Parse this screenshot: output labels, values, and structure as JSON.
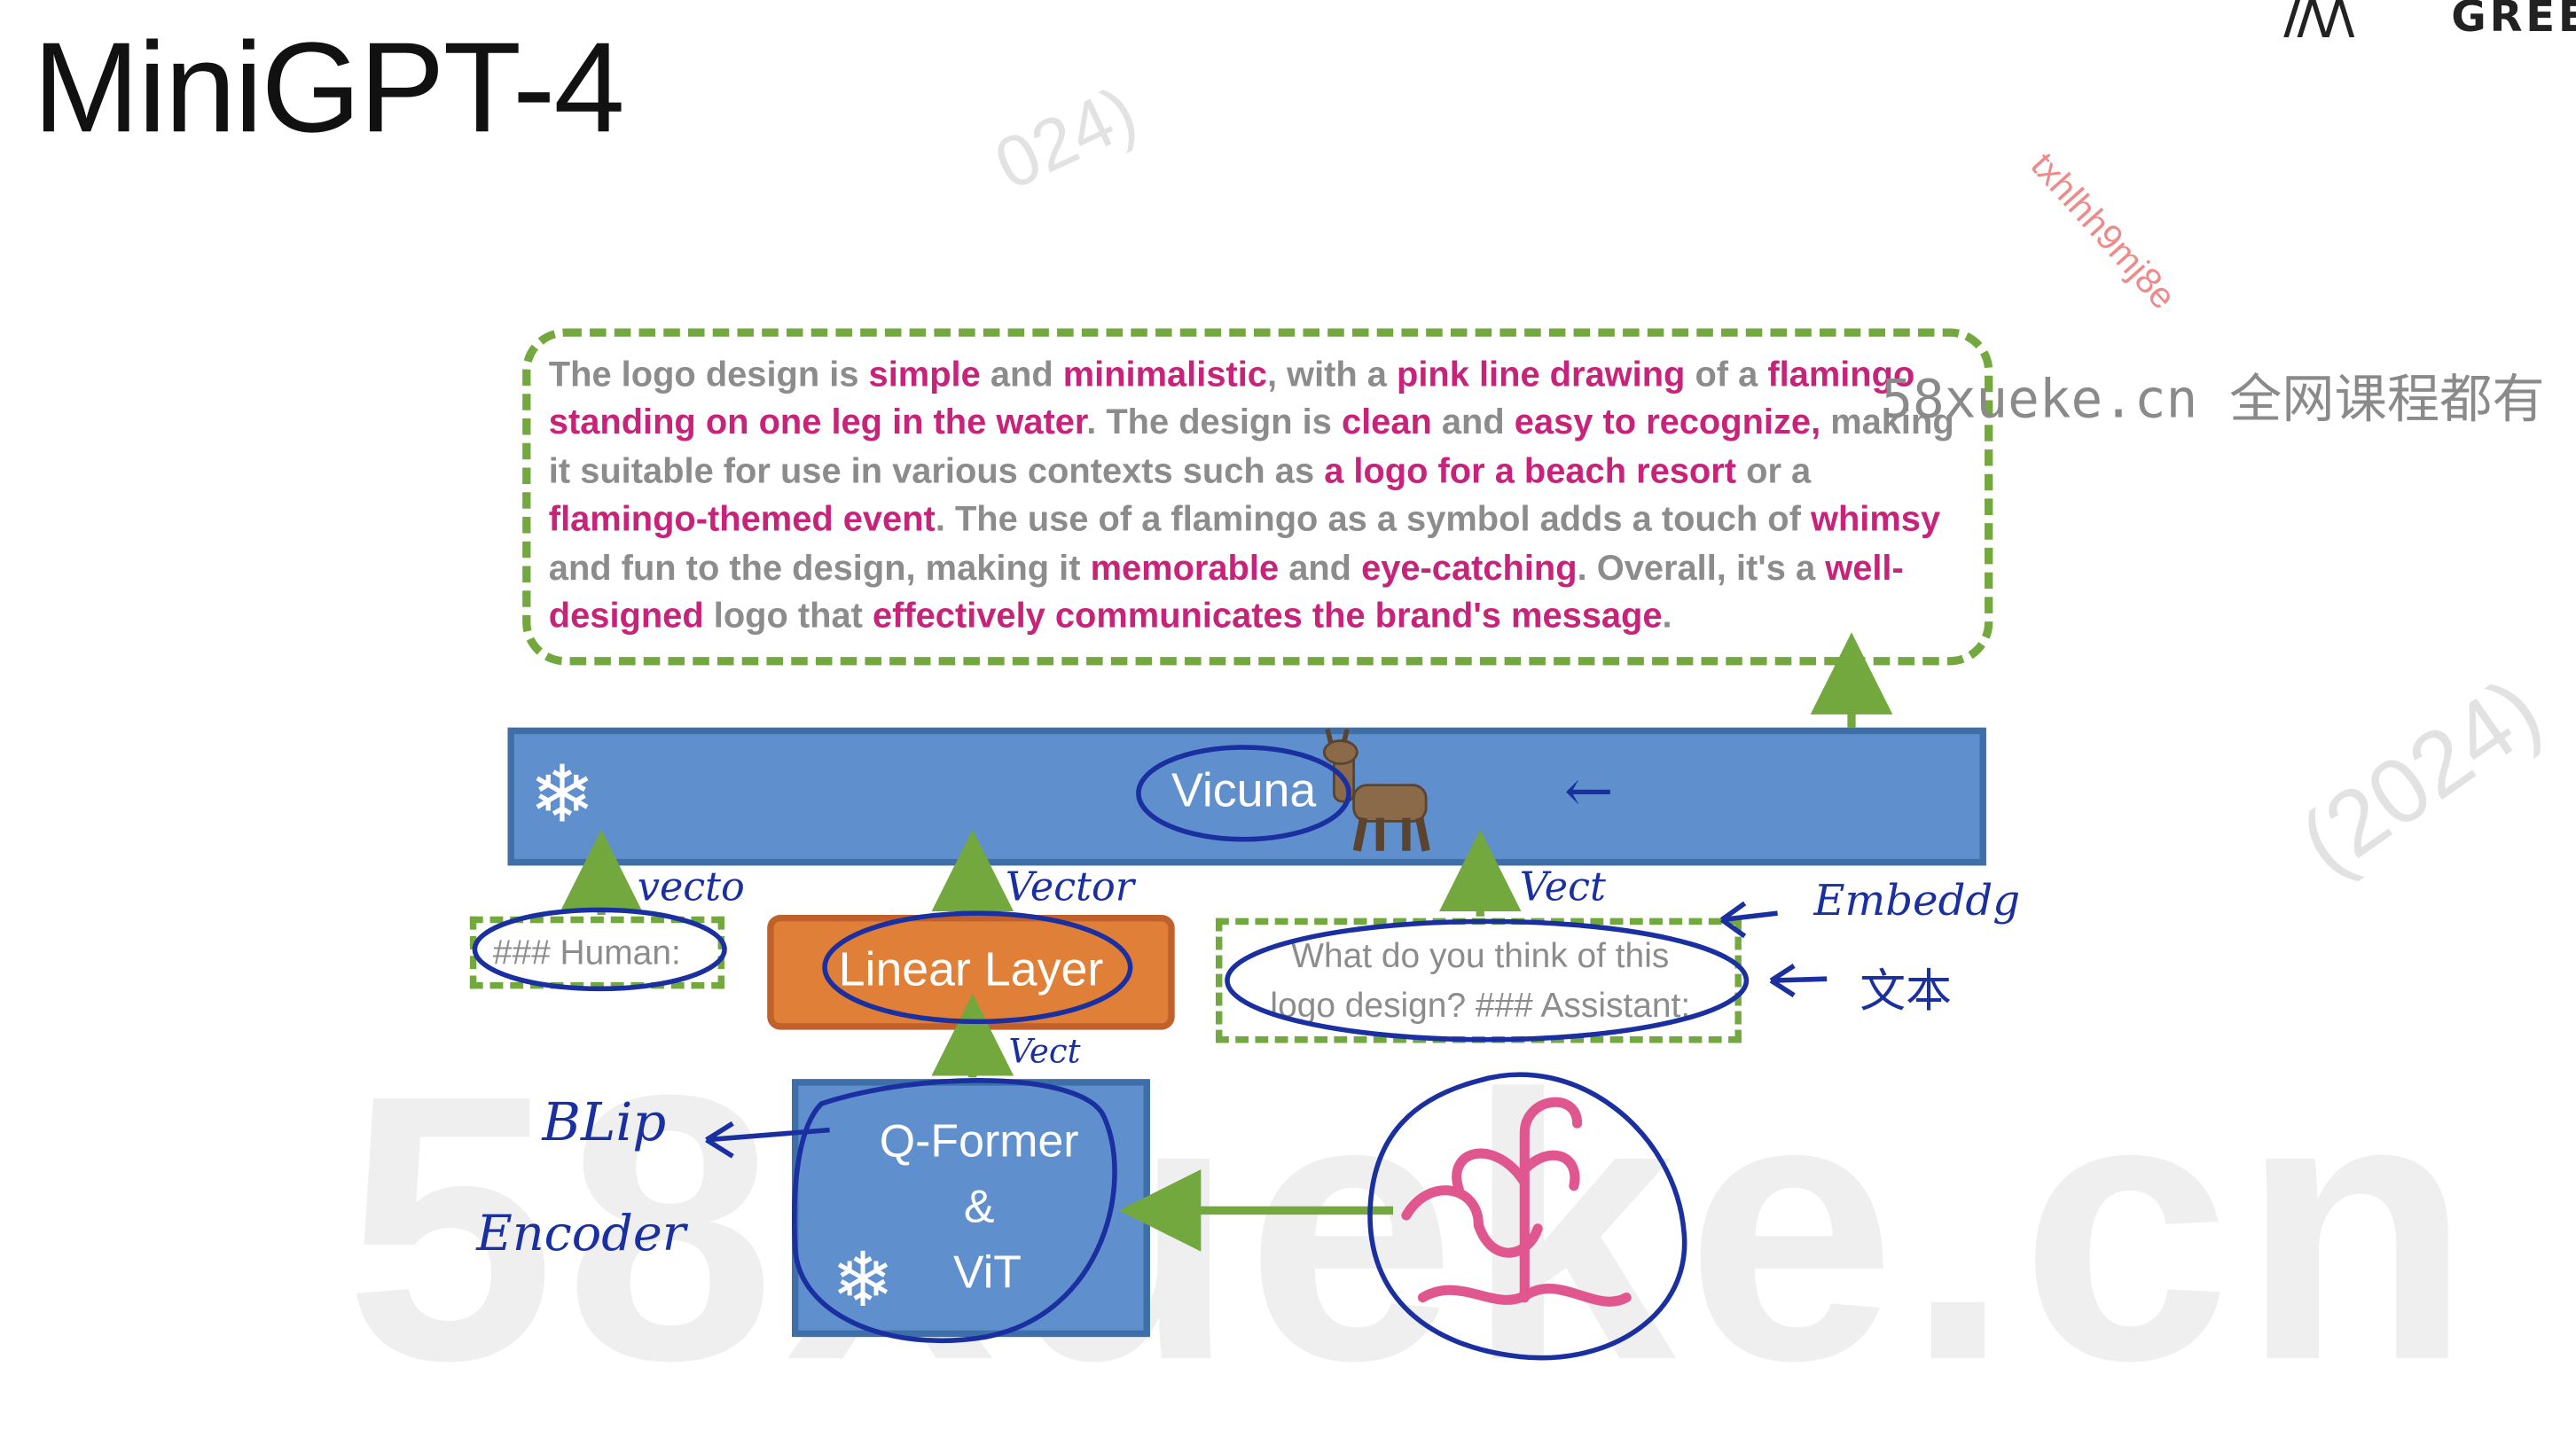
{
  "slide": {
    "title": "MiniGPT-4"
  },
  "watermarks": {
    "big": "58xueke.cn",
    "year_fragment_1": "024)",
    "year_fragment_2": "(2024)",
    "user_id": "txhlhh9mj8e",
    "site_line": "58xueke.cn 全网课程都有",
    "brand_marks": "//\\/\\",
    "brand_word": "GREE"
  },
  "output_text": {
    "segments": [
      {
        "t": "The logo design is ",
        "hl": false
      },
      {
        "t": "simple",
        "hl": true
      },
      {
        "t": " and ",
        "hl": false
      },
      {
        "t": "minimalistic",
        "hl": true
      },
      {
        "t": ", with a ",
        "hl": false
      },
      {
        "t": "pink line drawing",
        "hl": true
      },
      {
        "t": " of a ",
        "hl": false
      },
      {
        "t": "flamingo standing on one leg in the water",
        "hl": true
      },
      {
        "t": ". The design is ",
        "hl": false
      },
      {
        "t": "clean",
        "hl": true
      },
      {
        "t": " and ",
        "hl": false
      },
      {
        "t": "easy to recognize,",
        "hl": true
      },
      {
        "t": " making it suitable for use in various contexts such as ",
        "hl": false
      },
      {
        "t": "a logo for a beach resort",
        "hl": true
      },
      {
        "t": " or a ",
        "hl": false
      },
      {
        "t": "flamingo-themed event",
        "hl": true
      },
      {
        "t": ". The use of a flamingo as a symbol adds a touch of ",
        "hl": false
      },
      {
        "t": "whimsy",
        "hl": true
      },
      {
        "t": " and fun to the design, making it ",
        "hl": false
      },
      {
        "t": "memorable",
        "hl": true
      },
      {
        "t": " and ",
        "hl": false
      },
      {
        "t": "eye-catching",
        "hl": true
      },
      {
        "t": ". Overall, it's a ",
        "hl": false
      },
      {
        "t": "well-designed",
        "hl": true
      },
      {
        "t": " logo that ",
        "hl": false
      },
      {
        "t": "effectively communicates the brand's message",
        "hl": true
      },
      {
        "t": ".",
        "hl": false
      }
    ]
  },
  "blocks": {
    "vicuna": "Vicuna",
    "linear_layer": "Linear Layer",
    "human_prompt": "### Human:",
    "question_line1": "What do you think of this",
    "question_line2": "logo design? ### Assistant:",
    "qformer_line1": "Q-Former",
    "qformer_line2": "&",
    "qformer_line3": "ViT"
  },
  "icons": {
    "snowflake": "❄",
    "llama": "llama",
    "flamingo": "flamingo-logo"
  },
  "annotations": {
    "vector_1": "vecto",
    "vector_2": "Vector",
    "vector_3": "Vect",
    "vector_4": "Vect",
    "embedding": "Embeddg",
    "text_zh": "文本",
    "blip": "BLip",
    "encoder": "Encoder",
    "arrow_mark": "←"
  },
  "colors": {
    "frozen_block": "#5f8fcc",
    "trainable_block": "#e07f38",
    "dashed_border": "#72a83e",
    "highlight_text": "#c8237a",
    "plain_text": "#8c8c8c",
    "pen_ink": "#1a2fa0",
    "flamingo_pink": "#e0568f"
  }
}
